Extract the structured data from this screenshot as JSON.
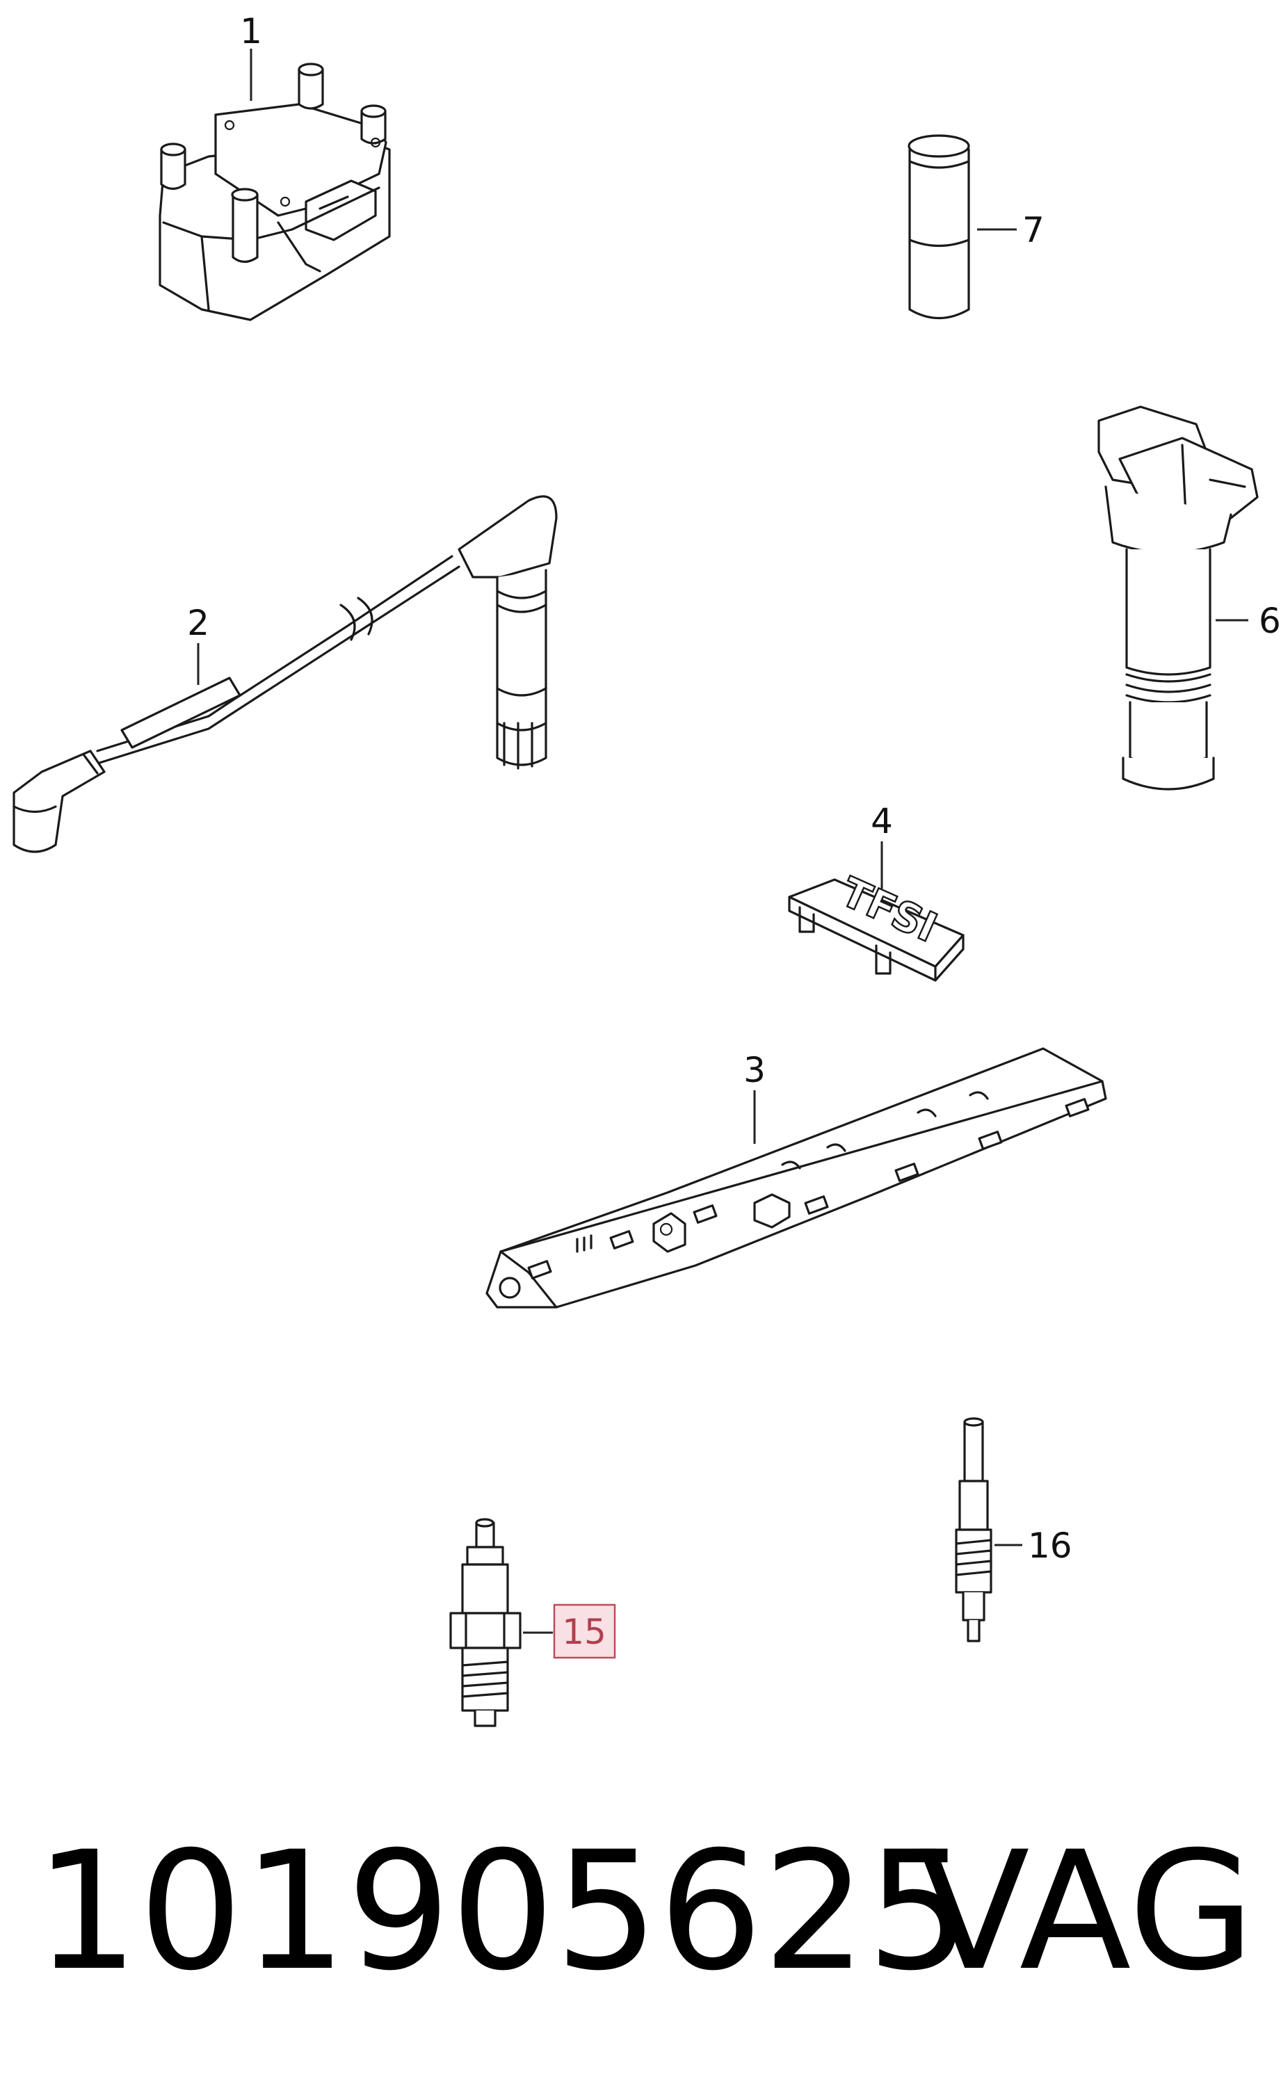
{
  "diagram": {
    "callouts": [
      {
        "id": "1",
        "label": "1"
      },
      {
        "id": "2",
        "label": "2"
      },
      {
        "id": "3",
        "label": "3"
      },
      {
        "id": "4",
        "label": "4"
      },
      {
        "id": "6",
        "label": "6"
      },
      {
        "id": "7",
        "label": "7"
      },
      {
        "id": "15",
        "label": "15",
        "highlighted": true
      },
      {
        "id": "16",
        "label": "16"
      }
    ],
    "emblem_text": "TFSI",
    "highlight_color": "#f9e0e4",
    "highlight_border": "#c04a5a"
  },
  "footer": {
    "part_number": "101905625",
    "brand": "VAG"
  }
}
